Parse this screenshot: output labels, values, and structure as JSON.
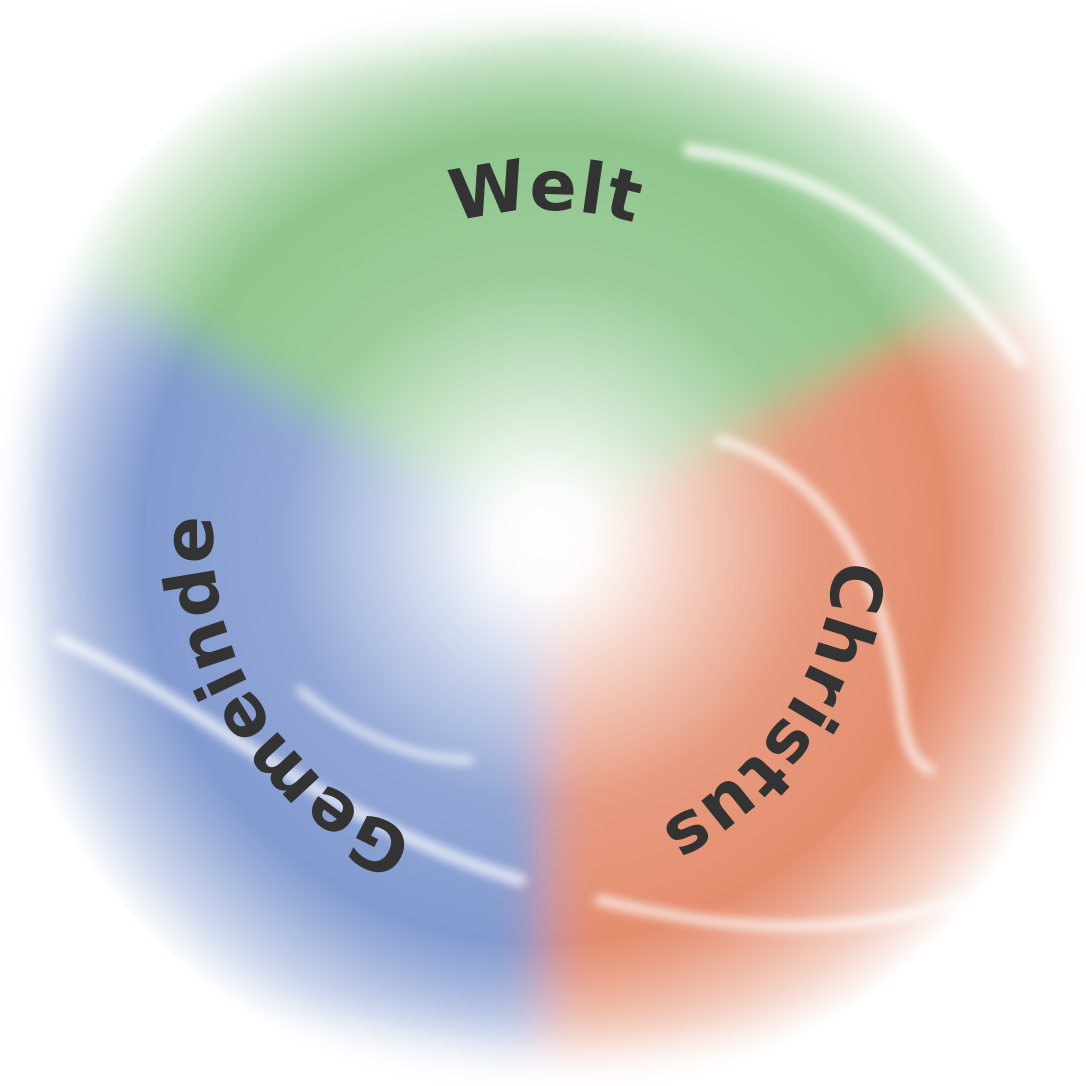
{
  "diagram": {
    "segments": [
      {
        "id": "welt",
        "label": "Welt",
        "color": "#8cc48a"
      },
      {
        "id": "christus",
        "label": "Christus",
        "color": "#e48a6a"
      },
      {
        "id": "gemeinde",
        "label": "Gemeinde",
        "color": "#7f98cf"
      }
    ],
    "text_color": "#333333",
    "center_color": "#ffffff"
  }
}
